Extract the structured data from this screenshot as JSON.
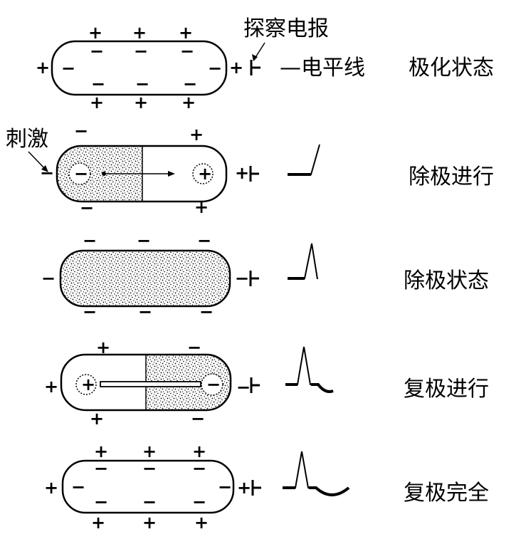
{
  "labels": {
    "probe": "探察电报",
    "stimulus": "刺激",
    "baseline": "—电平线"
  },
  "states": [
    {
      "label": "极化状态"
    },
    {
      "label": "除极进行"
    },
    {
      "label": "除极状态"
    },
    {
      "label": "复极进行"
    },
    {
      "label": "复极完全"
    }
  ],
  "symbols": {
    "plus": "+",
    "minus": "−"
  }
}
